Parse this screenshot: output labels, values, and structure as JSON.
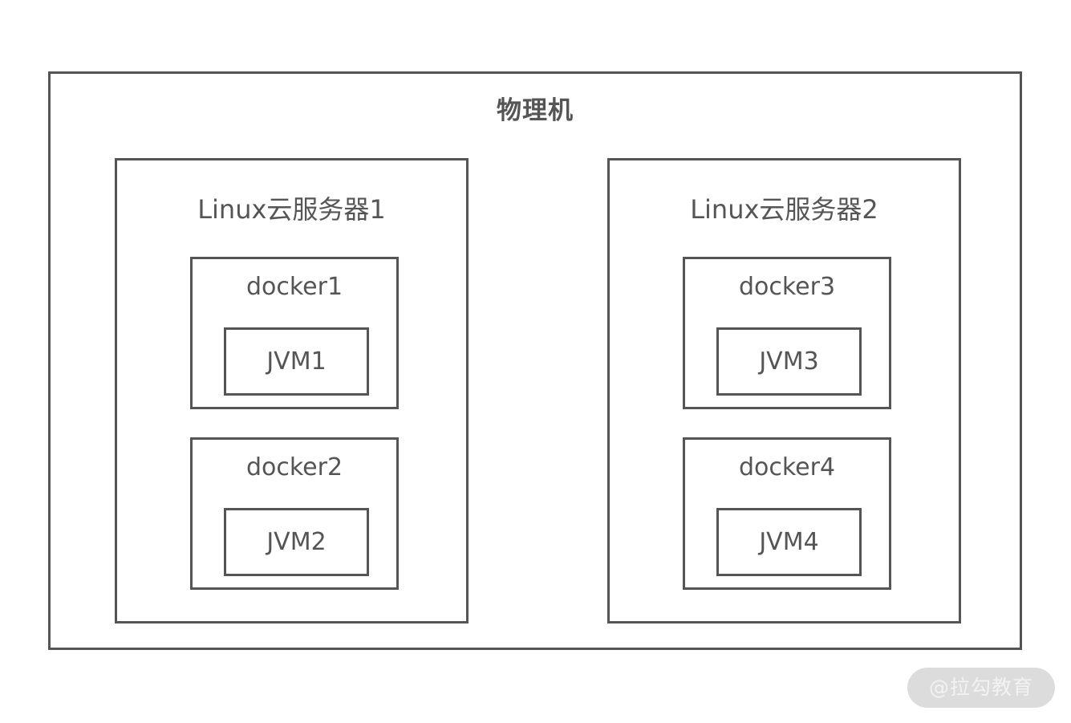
{
  "diagram": {
    "title": "物理机",
    "colors": {
      "border": "#555555",
      "text": "#555555",
      "background": "#ffffff",
      "watermark_pill": "#dcdcdc",
      "watermark_text": "#f2f2f2"
    },
    "servers": [
      {
        "label": "Linux云服务器1",
        "dockers": [
          {
            "label": "docker1",
            "jvm": "JVM1"
          },
          {
            "label": "docker2",
            "jvm": "JVM2"
          }
        ]
      },
      {
        "label": "Linux云服务器2",
        "dockers": [
          {
            "label": "docker3",
            "jvm": "JVM3"
          },
          {
            "label": "docker4",
            "jvm": "JVM4"
          }
        ]
      }
    ]
  },
  "watermark": {
    "text": "@拉勾教育"
  }
}
